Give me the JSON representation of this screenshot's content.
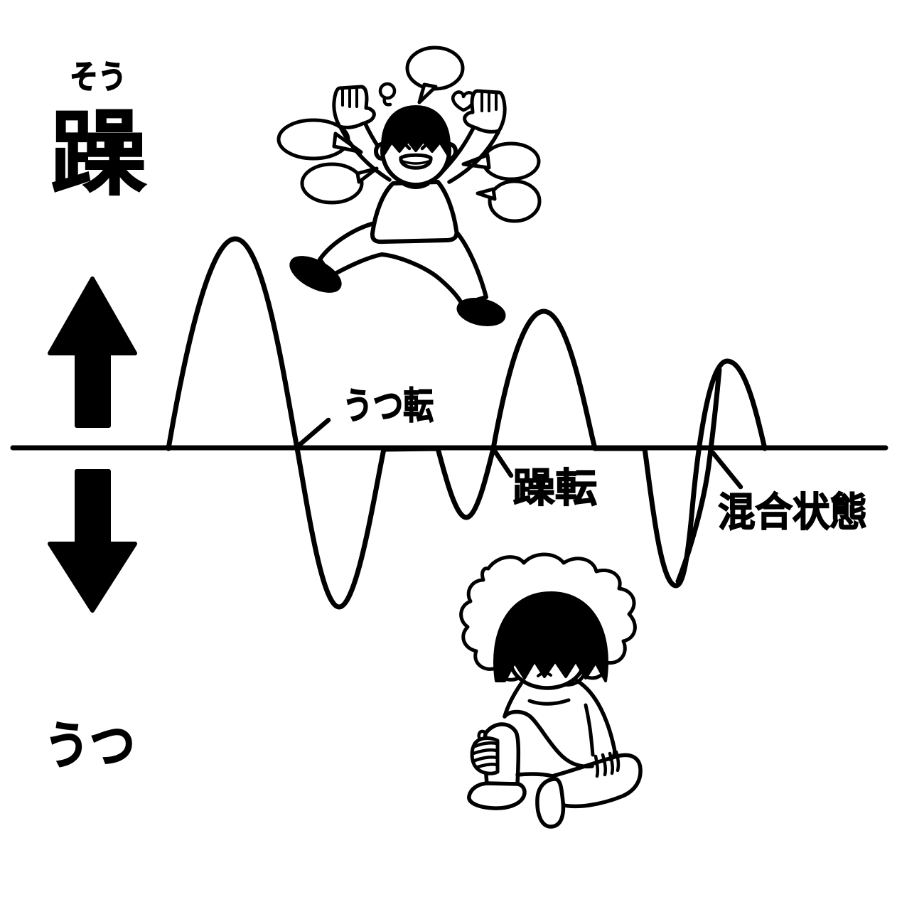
{
  "illustration": {
    "background_color": "#ffffff",
    "ink_color": "#000000",
    "mood_axis": {
      "high_label": "躁",
      "high_label_furigana": "そう",
      "low_label": "うつ",
      "up_arrow_icon": "up-arrow",
      "down_arrow_icon": "down-arrow"
    },
    "wave_annotations": {
      "switch_to_depression": "うつ転",
      "switch_to_mania": "躁転",
      "mixed_state": "混合状態"
    }
  }
}
